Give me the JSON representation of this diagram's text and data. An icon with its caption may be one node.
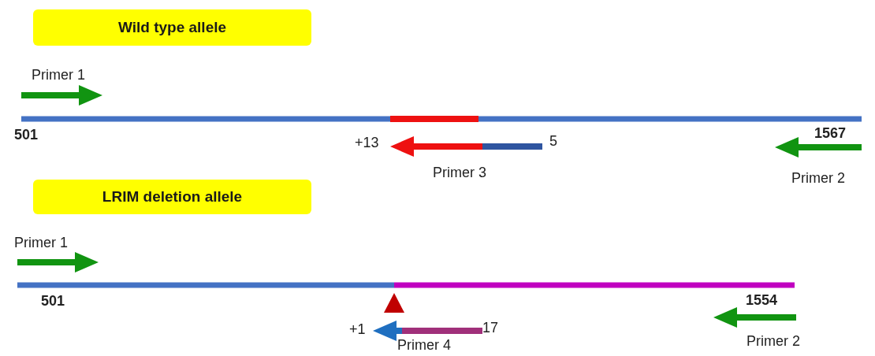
{
  "diagram": {
    "nodes": [
      {
        "text": [
          "Wild type allele"
        ]
      },
      {
        "text": [
          "LRIM deletion allele"
        ]
      }
    ],
    "labels": [
      "Primer 1",
      "501",
      "+13",
      "5",
      "1567",
      "Primer 3",
      "Primer 2",
      "Primer 1",
      "501",
      "1554",
      "+1",
      "17",
      "Primer 4",
      "Primer 2"
    ]
  }
}
